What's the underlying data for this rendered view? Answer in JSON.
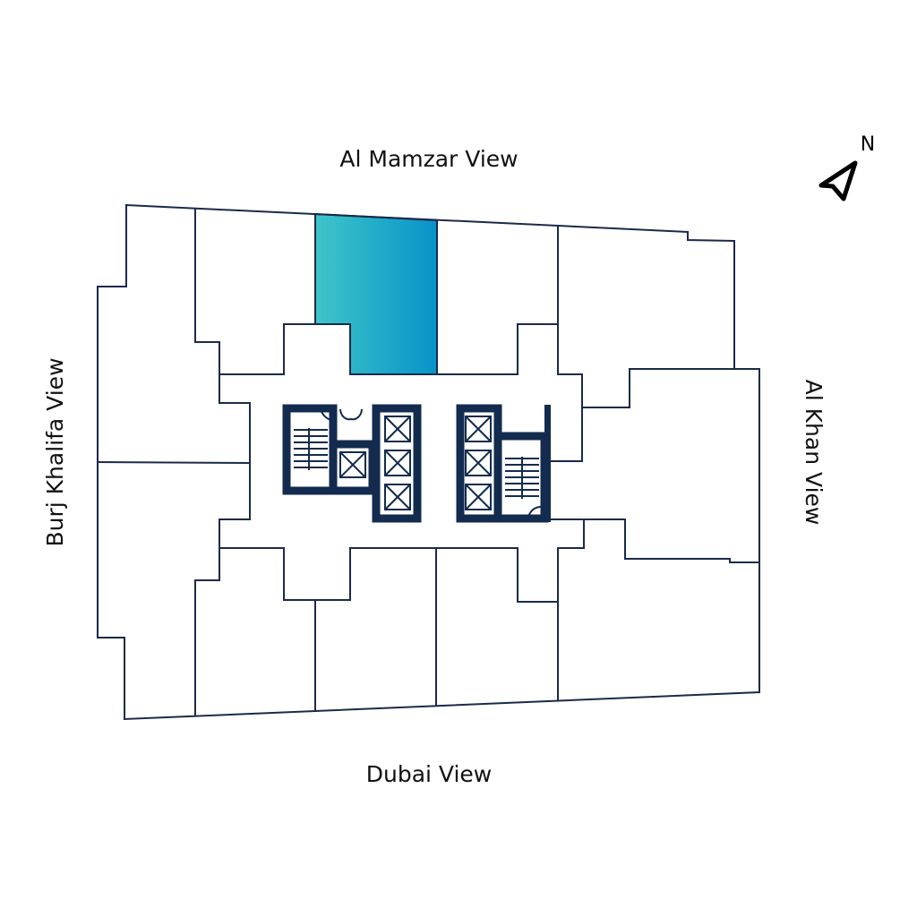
{
  "views": {
    "north": "Al Mamzar View",
    "south": "Dubai View",
    "west": "Burj Khalifa View",
    "east": "Al Khan View"
  },
  "compass": {
    "label": "N",
    "icon": "north-arrow-icon"
  },
  "highlight": {
    "unit": "selected-unit",
    "color_start": "#3ec5c9",
    "color_end": "#0793c9"
  },
  "colors": {
    "lines": "#1b2a4a",
    "core": "#132b4f"
  }
}
